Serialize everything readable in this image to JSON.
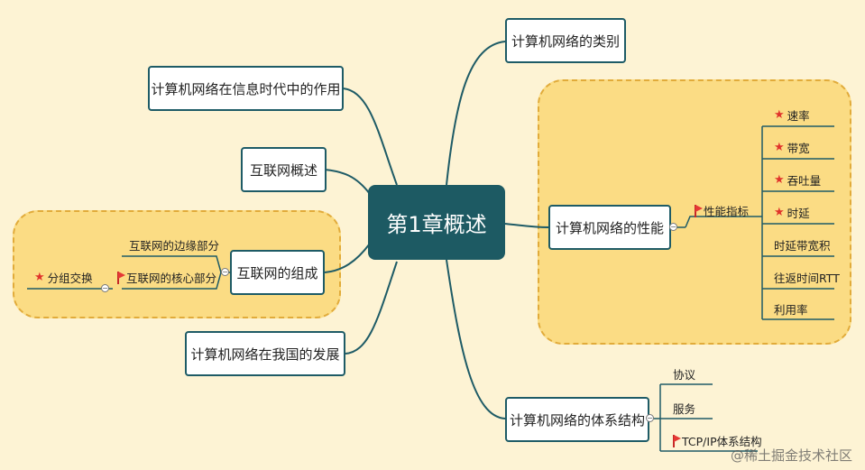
{
  "central": "第1章概述",
  "branches": {
    "leibie": "计算机网络的类别",
    "zuoyong": "计算机网络在信息时代中的作用",
    "gaishu": "互联网概述",
    "zucheng": "互联网的组成",
    "fazhan": "计算机网络在我国的发展",
    "xingneng": "计算机网络的性能",
    "tixi": "计算机网络的体系结构"
  },
  "zucheng_children": {
    "edge": "互联网的边缘部分",
    "core": "互联网的核心部分",
    "switching": "分组交换"
  },
  "xingneng_children": {
    "indicators": "性能指标",
    "items": [
      "速率",
      "带宽",
      "吞吐量",
      "时延",
      "时延带宽积",
      "往返时间RTT",
      "利用率"
    ],
    "starred": [
      true,
      true,
      true,
      true,
      false,
      false,
      false
    ]
  },
  "tixi_children": {
    "items": [
      "协议",
      "服务",
      "TCP/IP体系结构"
    ]
  },
  "colors": {
    "node_border": "#1e5b66",
    "central_bg": "#1d5a63",
    "cloud_fill": "#fbdc84",
    "background": "#fdf3d4",
    "star": "#e0332b",
    "flag": "#e53935"
  },
  "watermark": "@稀土掘金技术社区"
}
